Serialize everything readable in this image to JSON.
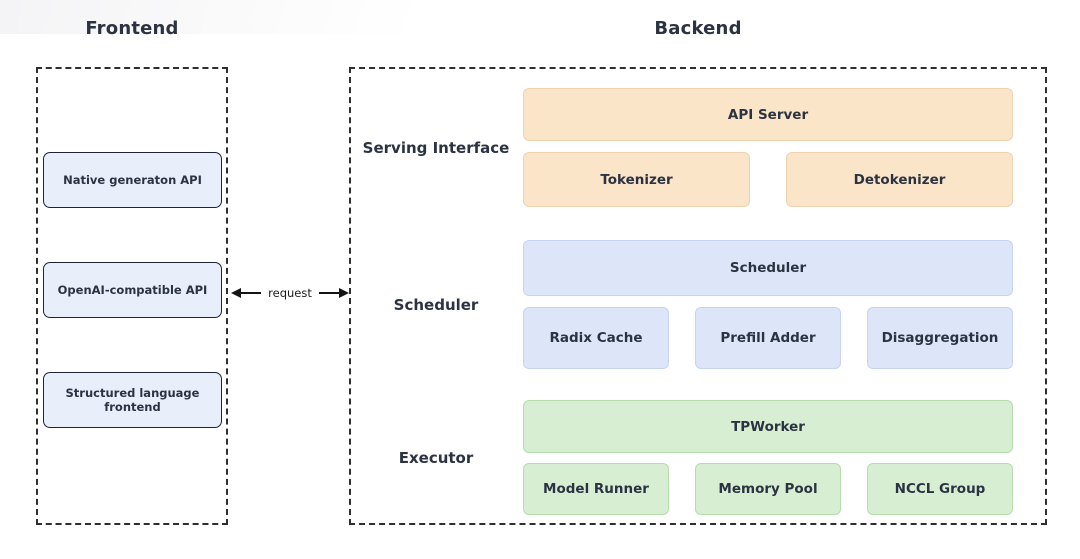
{
  "titles": {
    "frontend": "Frontend",
    "backend": "Backend"
  },
  "frontend": {
    "items": [
      {
        "label": "Native generaton API"
      },
      {
        "label": "OpenAI-compatible API"
      },
      {
        "label": "Structured language frontend"
      }
    ]
  },
  "arrow": {
    "label": "request"
  },
  "backend": {
    "sections": [
      {
        "label": "Serving Interface",
        "color_theme": "orange",
        "wide": "API Server",
        "children": [
          "Tokenizer",
          "Detokenizer"
        ]
      },
      {
        "label": "Scheduler",
        "color_theme": "blue",
        "wide": "Scheduler",
        "children": [
          "Radix Cache",
          "Prefill Adder",
          "Disaggregation"
        ]
      },
      {
        "label": "Executor",
        "color_theme": "green",
        "wide": "TPWorker",
        "children": [
          "Model Runner",
          "Memory Pool",
          "NCCL Group"
        ]
      }
    ]
  },
  "colors": {
    "orange-fill": "#fbe5c8",
    "orange-border": "#eed2b2",
    "blue-fill": "#dde6f8",
    "blue-border": "#c6d3f1",
    "green-fill": "#d8eed3",
    "green-border": "#b6dcae",
    "frontend-fill": "#e9eefb",
    "frontend-border": "#1d2433",
    "text": "#2b3342"
  }
}
